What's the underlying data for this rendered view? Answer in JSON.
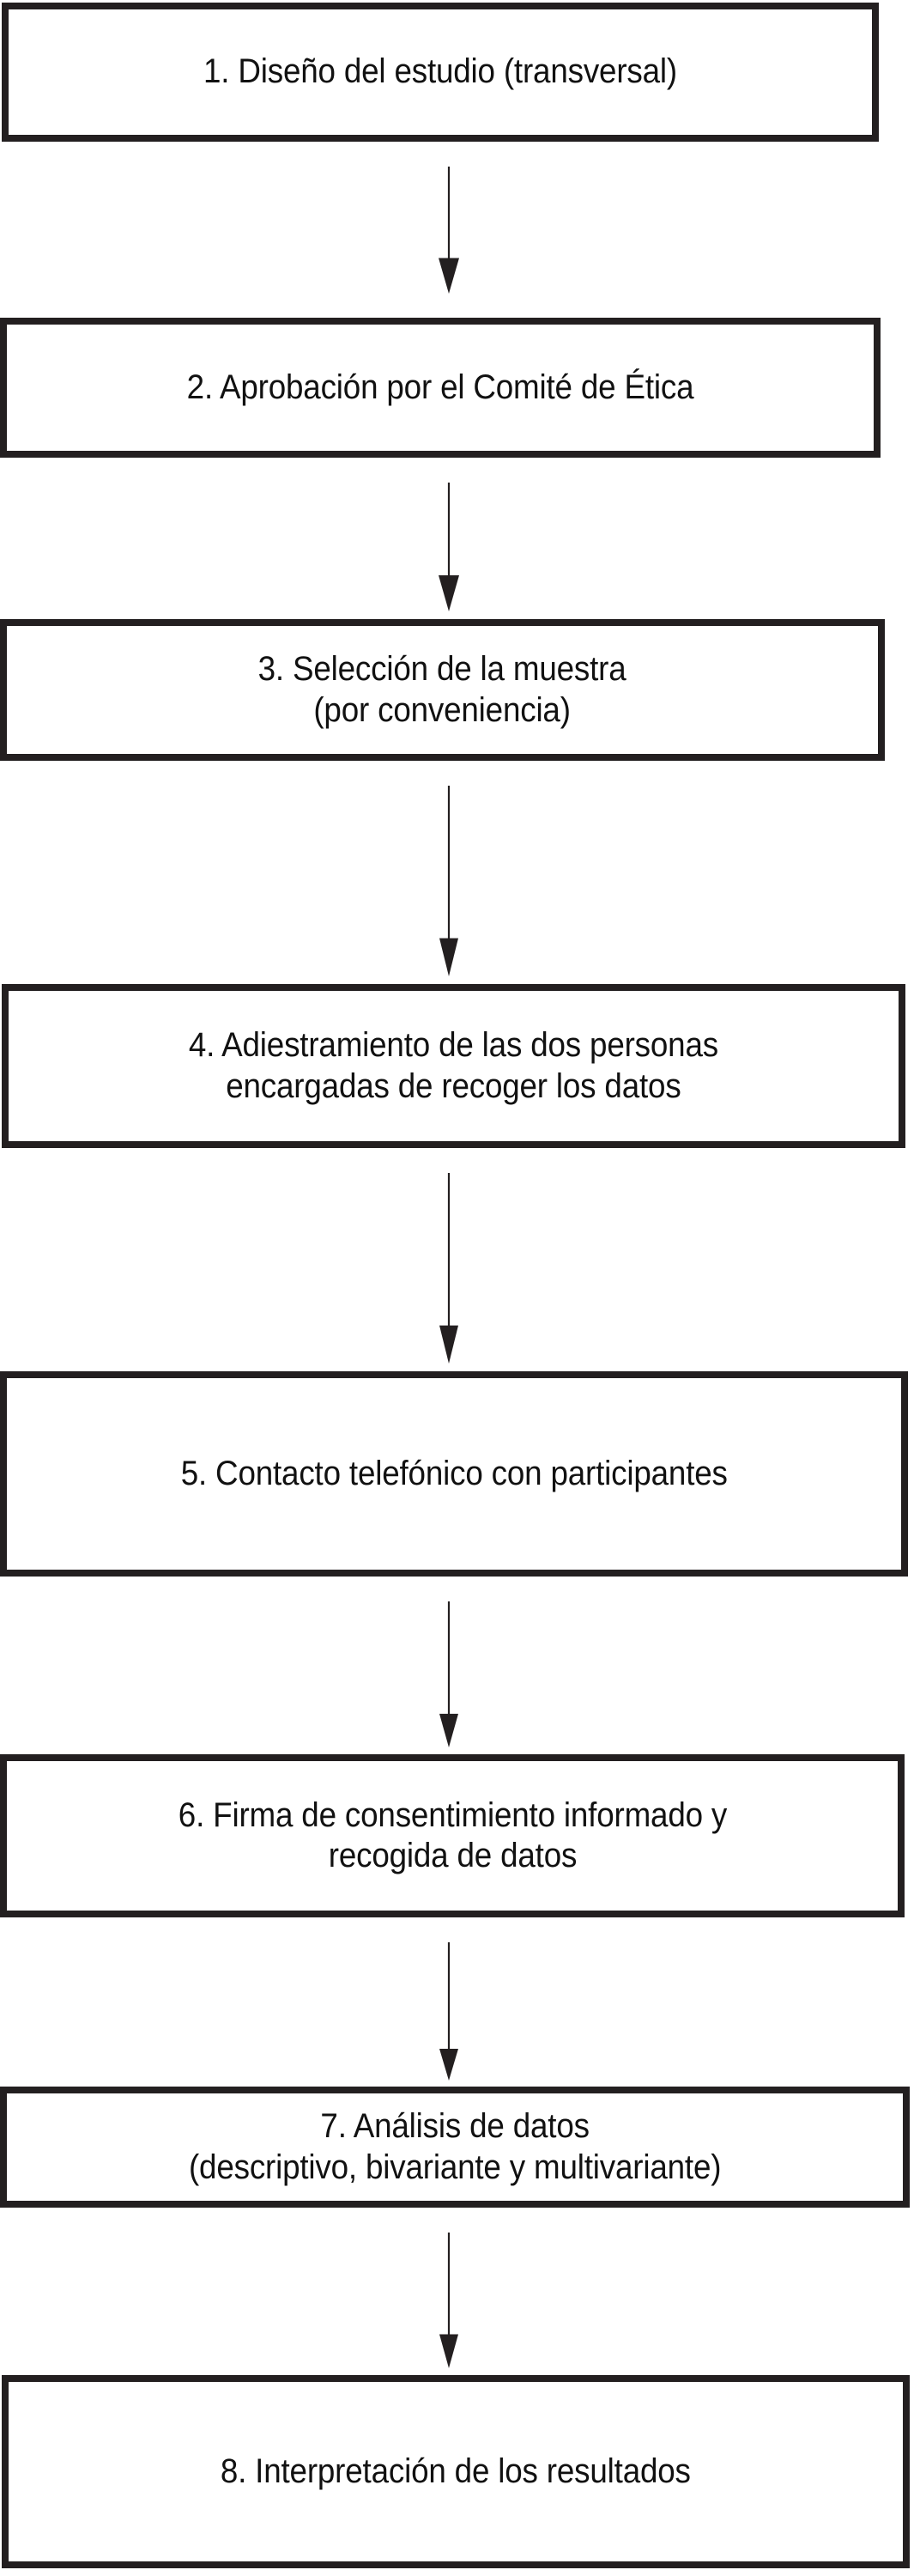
{
  "diagram": {
    "type": "flowchart",
    "orientation": "vertical-top-to-bottom",
    "language": "es",
    "colors": {
      "box_border": "#231f20",
      "box_fill": "#ffffff",
      "text": "#111111",
      "arrow": "#231f20",
      "background": "#ffffff"
    },
    "nodes": [
      {
        "id": "step-1",
        "number": "1.",
        "label": "1. Diseño del estudio (transversal)",
        "lines": [
          "1. Diseño del estudio (transversal)"
        ]
      },
      {
        "id": "step-2",
        "number": "2.",
        "label": "2. Aprobación por el Comité de Ética",
        "lines": [
          "2. Aprobación por el Comité de Ética"
        ]
      },
      {
        "id": "step-3",
        "number": "3.",
        "label": "3. Selección de la muestra\n(por conveniencia)",
        "lines": [
          "3. Selección de la muestra",
          "(por conveniencia)"
        ]
      },
      {
        "id": "step-4",
        "number": "4.",
        "label": "4. Adiestramiento de las dos personas\nencargadas de recoger los datos",
        "lines": [
          "4. Adiestramiento de las dos personas",
          "encargadas de recoger los datos"
        ]
      },
      {
        "id": "step-5",
        "number": "5.",
        "label": "5. Contacto telefónico con participantes",
        "lines": [
          "5. Contacto telefónico con participantes"
        ]
      },
      {
        "id": "step-6",
        "number": "6.",
        "label": "6. Firma de consentimiento informado y\nrecogida de datos",
        "lines": [
          "6. Firma de consentimiento informado y",
          "recogida de datos"
        ]
      },
      {
        "id": "step-7",
        "number": "7.",
        "label": "7. Análisis de datos\n(descriptivo, bivariante y multivariante)",
        "lines": [
          "7. Análisis de datos",
          "(descriptivo, bivariante y multivariante)"
        ]
      },
      {
        "id": "step-8",
        "number": "8.",
        "label": "8. Interpretación de los resultados",
        "lines": [
          "8. Interpretación de los resultados"
        ]
      }
    ],
    "edges": [
      {
        "id": "edge-1-2",
        "from": "step-1",
        "to": "step-2",
        "marker": "arrowhead-down",
        "label": ""
      },
      {
        "id": "edge-2-3",
        "from": "step-2",
        "to": "step-3",
        "marker": "arrowhead-down",
        "label": ""
      },
      {
        "id": "edge-3-4",
        "from": "step-3",
        "to": "step-4",
        "marker": "arrowhead-down",
        "label": ""
      },
      {
        "id": "edge-4-5",
        "from": "step-4",
        "to": "step-5",
        "marker": "arrowhead-down",
        "label": ""
      },
      {
        "id": "edge-5-6",
        "from": "step-5",
        "to": "step-6",
        "marker": "arrowhead-down",
        "label": ""
      },
      {
        "id": "edge-6-7",
        "from": "step-6",
        "to": "step-7",
        "marker": "arrowhead-down",
        "label": ""
      },
      {
        "id": "edge-7-8",
        "from": "step-7",
        "to": "step-8",
        "marker": "arrowhead-down",
        "label": ""
      }
    ]
  }
}
